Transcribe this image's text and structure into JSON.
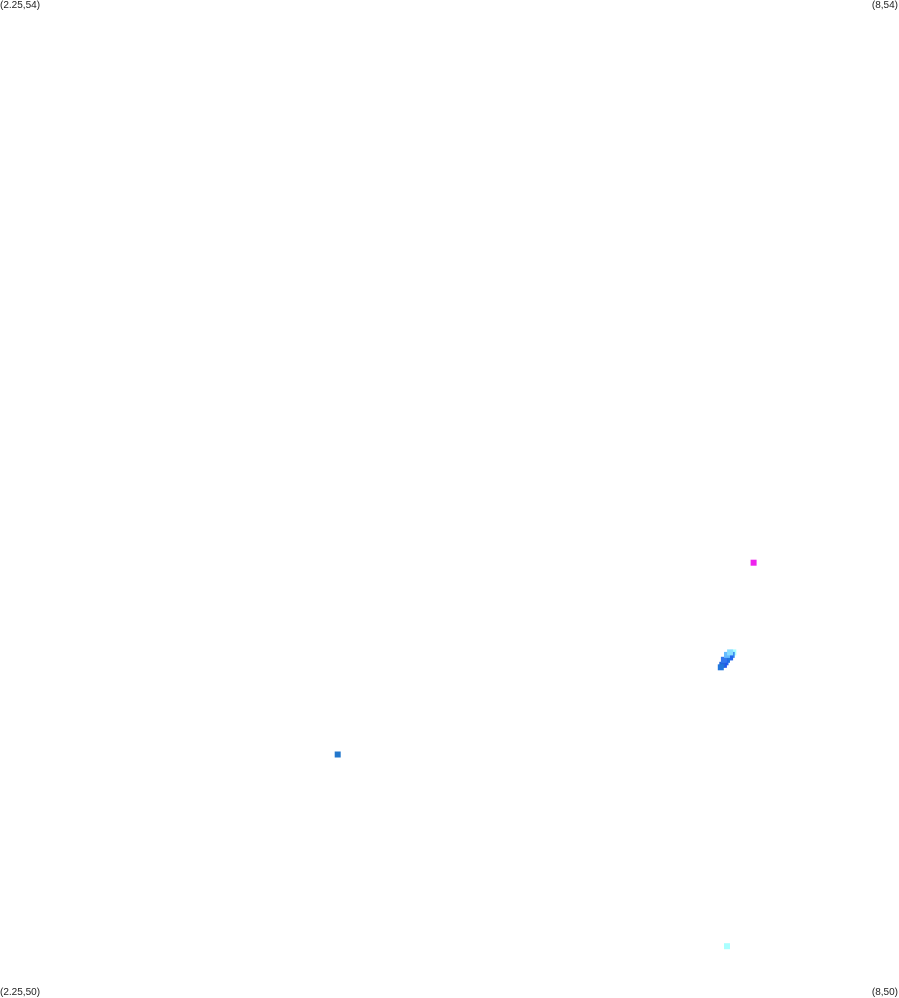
{
  "corners": {
    "top_left": "(2.25,54)",
    "top_right": "(8,54)",
    "bottom_left": "(2.25,50)",
    "bottom_right": "(8,50)"
  },
  "chart_data": {
    "type": "scatter",
    "xlim": [
      2.25,
      8
    ],
    "ylim": [
      50,
      54
    ],
    "grid": false,
    "points": [
      {
        "x": 7.07,
        "y": 51.74,
        "color": "#ee22ee"
      },
      {
        "x": 6.94,
        "y": 51.38,
        "color": "#aaffff"
      },
      {
        "x": 6.93,
        "y": 51.37,
        "color": "#3388ee"
      },
      {
        "x": 6.92,
        "y": 51.36,
        "color": "#2266ee"
      },
      {
        "x": 6.91,
        "y": 51.36,
        "color": "#2266ee"
      },
      {
        "x": 6.9,
        "y": 51.35,
        "color": "#2277dd"
      },
      {
        "x": 6.89,
        "y": 51.34,
        "color": "#2266ee"
      },
      {
        "x": 6.88,
        "y": 51.33,
        "color": "#2255ee"
      },
      {
        "x": 6.87,
        "y": 51.33,
        "color": "#2266dd"
      },
      {
        "x": 6.86,
        "y": 51.32,
        "color": "#2277dd"
      },
      {
        "x": 6.88,
        "y": 51.35,
        "color": "#3377ee"
      },
      {
        "x": 6.9,
        "y": 51.37,
        "color": "#66bbff"
      },
      {
        "x": 6.92,
        "y": 51.38,
        "color": "#88ddff"
      },
      {
        "x": 4.41,
        "y": 50.97,
        "color": "#2277cc"
      },
      {
        "x": 6.9,
        "y": 50.2,
        "color": "#aaffff"
      }
    ]
  }
}
